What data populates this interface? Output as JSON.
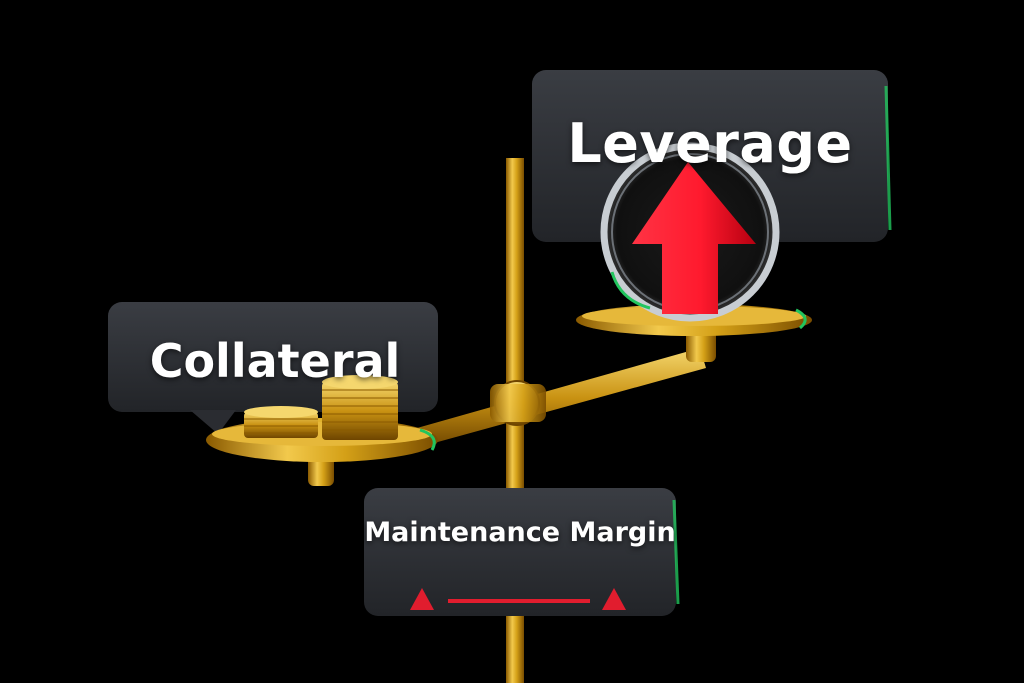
{
  "labels": {
    "leverage": "Leverage",
    "collateral": "Collateral",
    "maintenance_margin": "Maintenance Margin"
  },
  "colors": {
    "background": "#000000",
    "panel": "#2b2e33",
    "gold": "#d4a017",
    "arrow_red": "#ff1a2e",
    "accent_green": "#22c55e"
  },
  "icons": {
    "up_arrow": "up-arrow-icon",
    "warning_triangle": "warning-triangle-icon",
    "coin_stack": "coin-stack-icon",
    "magnifier": "magnifier-lens-icon"
  }
}
